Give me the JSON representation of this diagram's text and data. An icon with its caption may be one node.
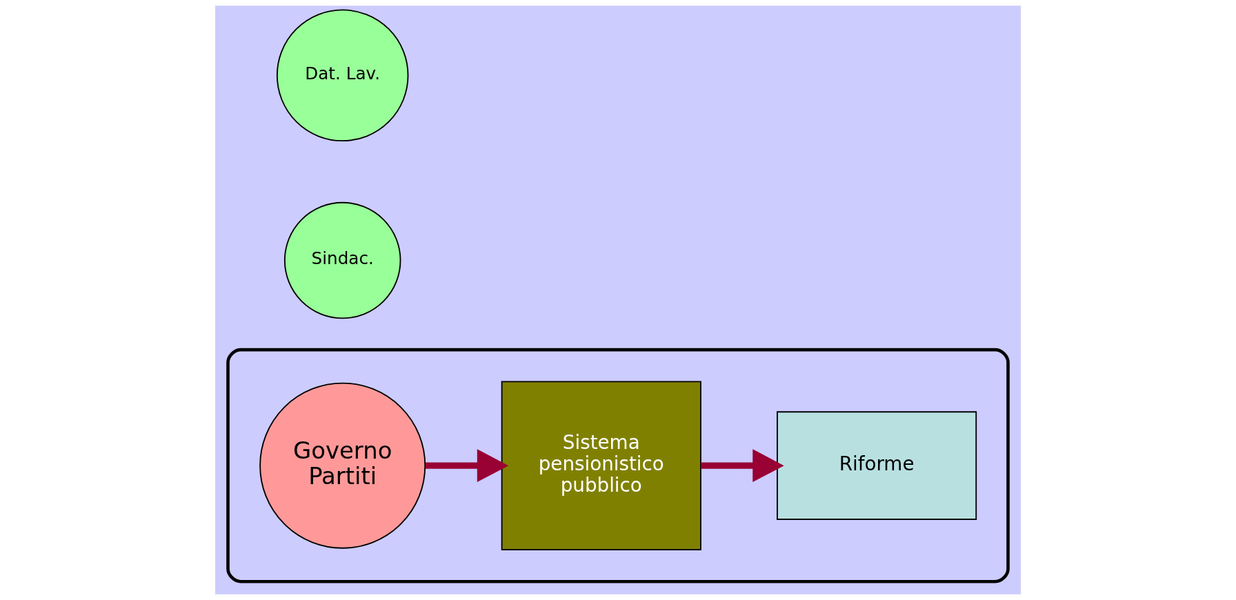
{
  "diagram": {
    "nodes": [
      {
        "text": [],
        "shape": "box"
      },
      {
        "text": [
          "Governo",
          "Partiti"
        ],
        "in": 0
      },
      {
        "text": [
          "Sistema pensionistico pubblico"
        ],
        "in": 0
      },
      {
        "text": [
          "Riforme"
        ],
        "in": 0
      },
      {
        "text": [
          "Sindac."
        ]
      },
      {
        "text": [
          "Dat. Lav."
        ]
      }
    ],
    "edges": [
      {
        "from": 1,
        "to": 2,
        "arrow": "to"
      },
      {
        "from": 2,
        "to": 3,
        "arrow": "to"
      }
    ]
  }
}
